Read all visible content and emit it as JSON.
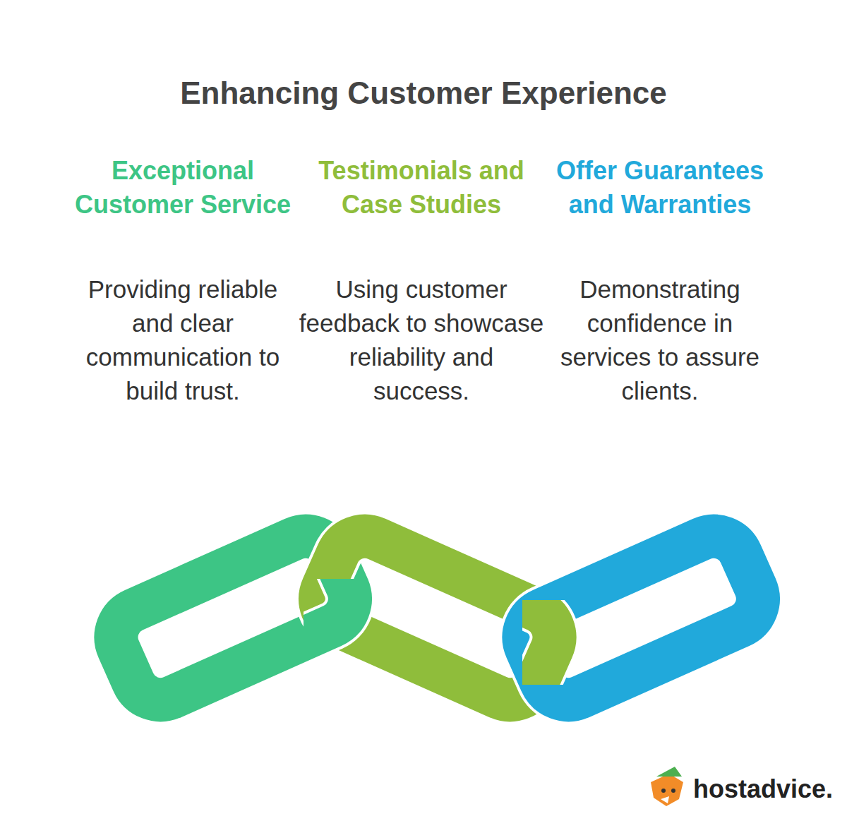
{
  "diagram": {
    "title": "Enhancing Customer Experience",
    "labels": [
      "Exceptional Customer Service",
      "Providing reliable and clear communication to build trust.",
      "Testimonials and Case Studies",
      "Using customer feedback to showcase reliability and success.",
      "Offer Guarantees and Warranties",
      "Demonstrating confidence in services to assure clients.",
      "hostadvice."
    ]
  }
}
